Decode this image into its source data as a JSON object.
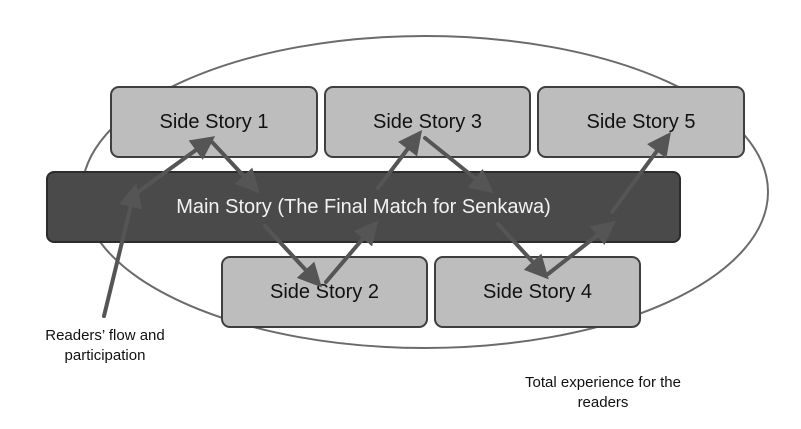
{
  "diagram": {
    "main_story": "Main Story (The Final Match for Senkawa)",
    "side_stories": [
      "Side Story 1",
      "Side Story 2",
      "Side Story 3",
      "Side Story 4",
      "Side Story 5"
    ],
    "readers_flow_caption": [
      "Readers’ flow and",
      "participation"
    ],
    "total_experience_caption": [
      "Total experience for the",
      "readers"
    ]
  },
  "colors": {
    "side_box_fill": "#bdbdbd",
    "main_bar_fill": "#4a4a4a",
    "arrow": "#555555",
    "ellipse_stroke": "#6b6b6b"
  }
}
